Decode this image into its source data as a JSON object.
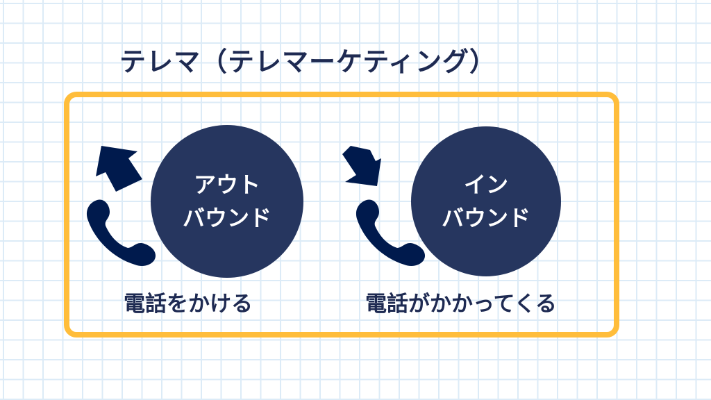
{
  "title": "テレマ（テレマーケティング）",
  "outbound": {
    "line1": "アウト",
    "line2": "バウンド",
    "caption": "電話をかける",
    "arrow_icon": "arrow-up-left-icon",
    "phone_icon": "phone-icon"
  },
  "inbound": {
    "line1": "イン",
    "line2": "バウンド",
    "caption": "電話がかかってくる",
    "arrow_icon": "arrow-down-right-icon",
    "phone_icon": "phone-icon"
  },
  "colors": {
    "navy": "#26365f",
    "icon": "#001a4d",
    "frame": "#ffbd3b",
    "grid": "#dcebf7"
  }
}
